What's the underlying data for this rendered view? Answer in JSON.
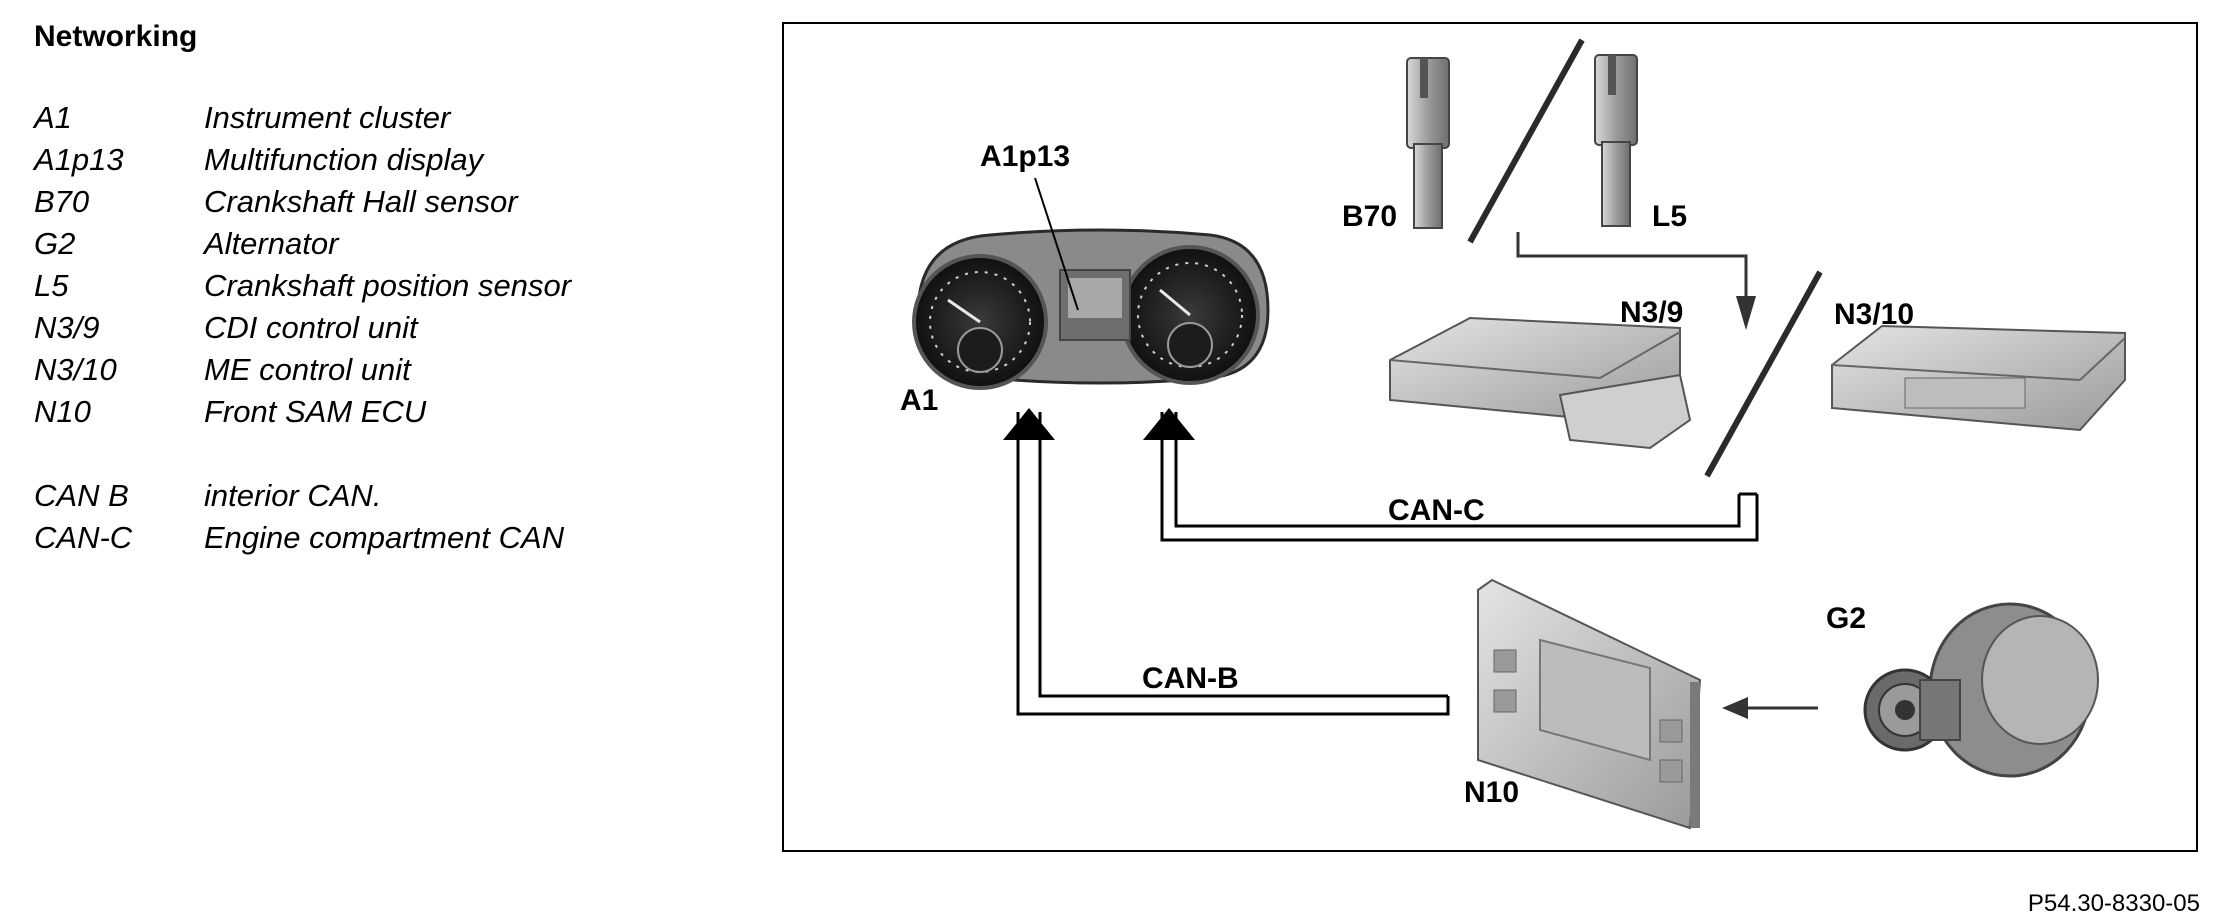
{
  "title": "Networking",
  "legend": [
    {
      "code": "A1",
      "desc": "Instrument cluster"
    },
    {
      "code": "A1p13",
      "desc": "Multifunction display"
    },
    {
      "code": "B70",
      "desc": "Crankshaft Hall sensor"
    },
    {
      "code": "G2",
      "desc": "Alternator"
    },
    {
      "code": "L5",
      "desc": "Crankshaft position sensor"
    },
    {
      "code": "N3/9",
      "desc": "CDI control unit"
    },
    {
      "code": "N3/10",
      "desc": "ME control unit"
    },
    {
      "code": "N10",
      "desc": "Front SAM ECU"
    },
    {
      "code": "CAN B",
      "desc": "interior CAN."
    },
    {
      "code": "CAN-C",
      "desc": "Engine compartment CAN"
    }
  ],
  "diagram": {
    "labels": {
      "a1p13": "A1p13",
      "a1": "A1",
      "b70": "B70",
      "l5": "L5",
      "n3_9": "N3/9",
      "n3_10": "N3/10",
      "can_c": "CAN-C",
      "can_b": "CAN-B",
      "g2": "G2",
      "n10": "N10"
    }
  },
  "figure_id": "P54.30-8330-05"
}
